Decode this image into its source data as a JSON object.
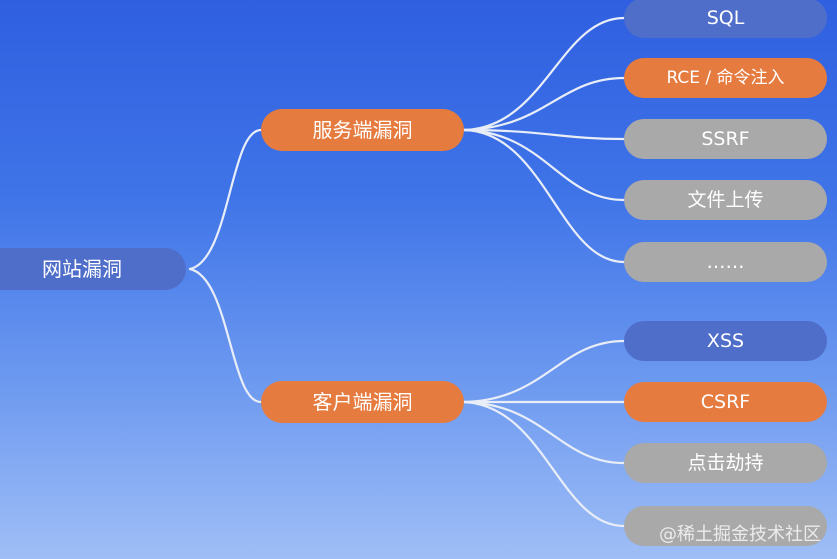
{
  "root": {
    "label": "网站漏洞"
  },
  "branches": [
    {
      "label": "服务端漏洞",
      "leaves": [
        "SQL",
        "RCE / 命令注入",
        "SSRF",
        "文件上传",
        "……"
      ]
    },
    {
      "label": "客户端漏洞",
      "leaves": [
        "XSS",
        "CSRF",
        "点击劫持",
        ""
      ]
    }
  ],
  "watermark": "@稀土掘金技术社区",
  "colors": {
    "background_top": "#2f5fe0",
    "background_bottom": "#9fbef6",
    "blue_node": "#4e6ec9",
    "orange_node": "#e57b3f",
    "gray_node": "#a9a9a9",
    "connector": "#e8edf7"
  }
}
